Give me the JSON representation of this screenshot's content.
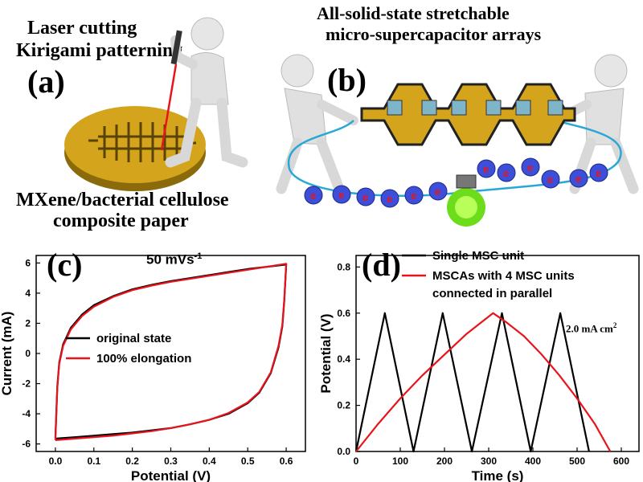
{
  "colors": {
    "gold": "#d4a51c",
    "gold_dark": "#8a6a0a",
    "cyan": "#2aa7d6",
    "red": "#e8141c",
    "black": "#000000",
    "green": "#6ddc1a"
  },
  "panel_a": {
    "letter": "(a)",
    "title_line1": "Laser cutting",
    "title_line2": "Kirigami patterning",
    "caption_line1": "MXene/bacterial cellulose",
    "caption_line2": "composite paper"
  },
  "panel_b": {
    "letter": "(b)",
    "title_line1": "All-solid-state stretchable",
    "title_line2": "micro-supercapacitor arrays",
    "electron_label": "e"
  },
  "panel_c": {
    "letter": "(c)",
    "annotation": "50 mVs",
    "annotation_sup": "-1"
  },
  "panel_d": {
    "letter": "(d)",
    "annotation": "2.0 mA cm",
    "annotation_sup": "2"
  },
  "chart_data": [
    {
      "type": "line",
      "panel": "(c)",
      "xlabel": "Potential (V)",
      "ylabel": "Current (mA)",
      "xlim": [
        -0.05,
        0.65
      ],
      "ylim": [
        -6.5,
        6.5
      ],
      "xticks": [
        "0.0",
        "0.1",
        "0.2",
        "0.3",
        "0.4",
        "0.5",
        "0.6"
      ],
      "yticks": [
        "-6",
        "-4",
        "-2",
        "0",
        "2",
        "4",
        "6"
      ],
      "legend_placement": "center",
      "series": [
        {
          "name": "original state",
          "color": "#000000",
          "upper": [
            [
              0,
              -5.6
            ],
            [
              0.005,
              -2.2
            ],
            [
              0.01,
              -0.6
            ],
            [
              0.02,
              0.6
            ],
            [
              0.04,
              1.7
            ],
            [
              0.07,
              2.6
            ],
            [
              0.1,
              3.2
            ],
            [
              0.15,
              3.8
            ],
            [
              0.2,
              4.25
            ],
            [
              0.25,
              4.55
            ],
            [
              0.3,
              4.8
            ],
            [
              0.35,
              5.0
            ],
            [
              0.4,
              5.2
            ],
            [
              0.45,
              5.4
            ],
            [
              0.5,
              5.6
            ],
            [
              0.55,
              5.75
            ],
            [
              0.6,
              5.9
            ]
          ],
          "lower": [
            [
              0.6,
              5.9
            ],
            [
              0.595,
              3.5
            ],
            [
              0.59,
              1.8
            ],
            [
              0.58,
              0.4
            ],
            [
              0.56,
              -1.3
            ],
            [
              0.53,
              -2.6
            ],
            [
              0.5,
              -3.3
            ],
            [
              0.45,
              -4.0
            ],
            [
              0.4,
              -4.4
            ],
            [
              0.35,
              -4.7
            ],
            [
              0.3,
              -4.95
            ],
            [
              0.25,
              -5.1
            ],
            [
              0.2,
              -5.25
            ],
            [
              0.15,
              -5.35
            ],
            [
              0.1,
              -5.45
            ],
            [
              0.05,
              -5.55
            ],
            [
              0,
              -5.65
            ]
          ]
        },
        {
          "name": "100% elongation",
          "color": "#e8141c",
          "upper": [
            [
              0,
              -5.75
            ],
            [
              0.005,
              -2.3
            ],
            [
              0.01,
              -0.7
            ],
            [
              0.02,
              0.5
            ],
            [
              0.04,
              1.6
            ],
            [
              0.07,
              2.5
            ],
            [
              0.1,
              3.1
            ],
            [
              0.15,
              3.75
            ],
            [
              0.2,
              4.2
            ],
            [
              0.25,
              4.5
            ],
            [
              0.3,
              4.75
            ],
            [
              0.35,
              4.95
            ],
            [
              0.4,
              5.15
            ],
            [
              0.45,
              5.35
            ],
            [
              0.5,
              5.55
            ],
            [
              0.55,
              5.75
            ],
            [
              0.6,
              5.95
            ]
          ],
          "lower": [
            [
              0.6,
              5.95
            ],
            [
              0.595,
              3.6
            ],
            [
              0.59,
              1.9
            ],
            [
              0.58,
              0.5
            ],
            [
              0.56,
              -1.25
            ],
            [
              0.53,
              -2.55
            ],
            [
              0.5,
              -3.25
            ],
            [
              0.45,
              -3.95
            ],
            [
              0.4,
              -4.4
            ],
            [
              0.35,
              -4.7
            ],
            [
              0.3,
              -4.95
            ],
            [
              0.25,
              -5.15
            ],
            [
              0.2,
              -5.3
            ],
            [
              0.15,
              -5.45
            ],
            [
              0.1,
              -5.55
            ],
            [
              0.05,
              -5.65
            ],
            [
              0,
              -5.75
            ]
          ]
        }
      ]
    },
    {
      "type": "line",
      "panel": "(d)",
      "xlabel": "Time (s)",
      "ylabel": "Potential (V)",
      "xlim": [
        0,
        640
      ],
      "ylim": [
        0,
        0.85
      ],
      "xticks": [
        "0",
        "100",
        "200",
        "300",
        "400",
        "500",
        "600"
      ],
      "yticks": [
        "0.0",
        "0.2",
        "0.4",
        "0.6",
        "0.8"
      ],
      "legend_placement": "top",
      "series": [
        {
          "name": "Single MSC unit",
          "color": "#000000",
          "points": [
            [
              0,
              0
            ],
            [
              65,
              0.6
            ],
            [
              130,
              0
            ],
            [
              196,
              0.6
            ],
            [
              262,
              0
            ],
            [
              330,
              0.6
            ],
            [
              395,
              0
            ],
            [
              462,
              0.6
            ],
            [
              527,
              0
            ]
          ]
        },
        {
          "name": "MSCAs with 4 MSC units connected in parallel",
          "color": "#e8141c",
          "points": [
            [
              0,
              0
            ],
            [
              50,
              0.12
            ],
            [
              100,
              0.23
            ],
            [
              150,
              0.33
            ],
            [
              200,
              0.42
            ],
            [
              250,
              0.51
            ],
            [
              310,
              0.6
            ],
            [
              340,
              0.56
            ],
            [
              380,
              0.5
            ],
            [
              420,
              0.42
            ],
            [
              460,
              0.33
            ],
            [
              500,
              0.23
            ],
            [
              540,
              0.12
            ],
            [
              575,
              0
            ]
          ]
        }
      ]
    }
  ]
}
